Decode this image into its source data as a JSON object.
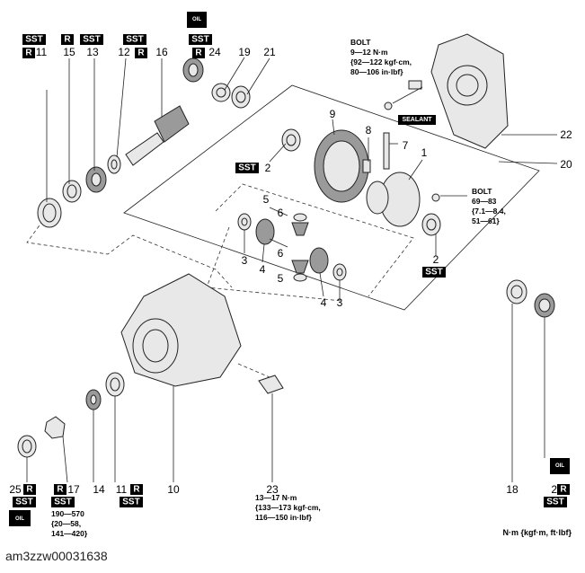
{
  "badges": {
    "sst": "SST",
    "r": "R",
    "sealant": "SEALANT",
    "oil": "OIL"
  },
  "callouts": [
    "1",
    "2",
    "3",
    "4",
    "5",
    "6",
    "7",
    "8",
    "9",
    "10",
    "11",
    "12",
    "13",
    "14",
    "15",
    "16",
    "17",
    "18",
    "19",
    "20",
    "21",
    "22",
    "23",
    "24",
    "25"
  ],
  "torque": {
    "top_bolt": [
      "BOLT",
      "9—12 N·m",
      "{92—122 kgf·cm,",
      "80—106 in·lbf}"
    ],
    "right_bolt": [
      "BOLT",
      "69—83",
      "{7.1—8.4,",
      "51—61}"
    ],
    "part_17": [
      "190—570",
      "{20—58,",
      "141—420}"
    ],
    "part_23": [
      "13—17 N·m",
      "{133—173 kgf·cm,",
      "116—150 in·lbf}"
    ]
  },
  "units_note": "N·m {kgf·m, ft·lbf}",
  "doc_id": "am3zzw00031638",
  "colors": {
    "badge": "#000000",
    "line": "#222222"
  }
}
